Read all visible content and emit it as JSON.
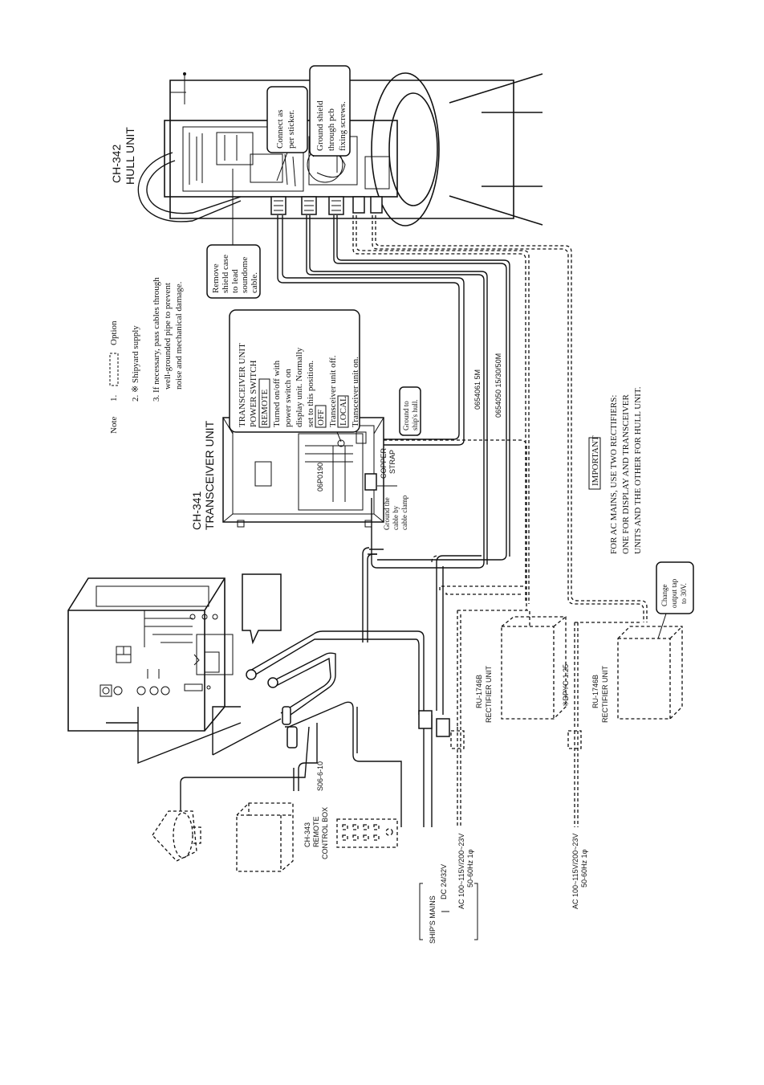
{
  "notes": {
    "header": "Note",
    "n1": "1.",
    "n1_text": "Option",
    "n2": "2. ※ Shipyard supply",
    "n3_a": "3. If necessary, pass cables through",
    "n3_b": "well-grounded pipe to prevent",
    "n3_c": "noise and mechanical damage."
  },
  "hull_unit": {
    "model": "CH-342",
    "name": "HULL UNIT",
    "connect_a": "Connect as",
    "connect_b": "per sticker.",
    "ground_a": "Ground shield",
    "ground_b": "through pcb",
    "ground_c": "fixing screws.",
    "remove_a": "Remove",
    "remove_b": "shield case",
    "remove_c": "to lead",
    "remove_d": "soundome",
    "remove_e": "cable."
  },
  "transceiver": {
    "model": "CH-341",
    "name": "TRANSCEIVER UNIT",
    "pcb": "06P0190",
    "copper_a": "COPPER",
    "copper_b": "STRAP",
    "ground_hull_a": "Ground to",
    "ground_hull_b": "ship's hull.",
    "clamp_a": "Ground the",
    "clamp_b": "cable by",
    "clamp_c": "cable clamp"
  },
  "power_switch": {
    "title_a": "TRANSCEIVER UNIT",
    "title_b": "POWER SWITCH",
    "remote_label": "REMOTE",
    "remote_a": "Turned on/off with",
    "remote_b": "power switch on",
    "remote_c": "display unit.  Normally",
    "remote_d": "set to this position.",
    "off_label": "OFF",
    "off_text": "Transceiver unit off.",
    "local_label": "LOCAL",
    "local_text": "Transceiver unit on."
  },
  "cables": {
    "c1": "0654061  5M",
    "c2": "0654050  15/30/50M",
    "c3": "S06-6-10",
    "dpyc": "※DPYC-1.25"
  },
  "important": {
    "label": "IMPORTANT",
    "line1": "FOR AC MAINS, USE TWO RECTIFIERS:",
    "line2": "ONE FOR DISPLAY AND TRANSCEIVER",
    "line3": "UNITS AND THE OTHER FOR HULL UNIT."
  },
  "rectifier": {
    "model": "RU-1746B",
    "name": "RECTIFIER UNIT",
    "tap_a": "Change",
    "tap_b": "output tap",
    "tap_c": "to 30V."
  },
  "remote_box": {
    "model": "CH-343",
    "name_a": "REMOTE",
    "name_b": "CONTROL BOX"
  },
  "mains": {
    "ships_mains": "SHIP'S MAINS",
    "dc": "DC 24/32V",
    "ac1_a": "AC 100~115V/200~23V",
    "ac1_b": "50-60Hz  1φ",
    "ac2_a": "AC 100~115V/200~23V",
    "ac2_b": "50-60Hz  1φ"
  }
}
